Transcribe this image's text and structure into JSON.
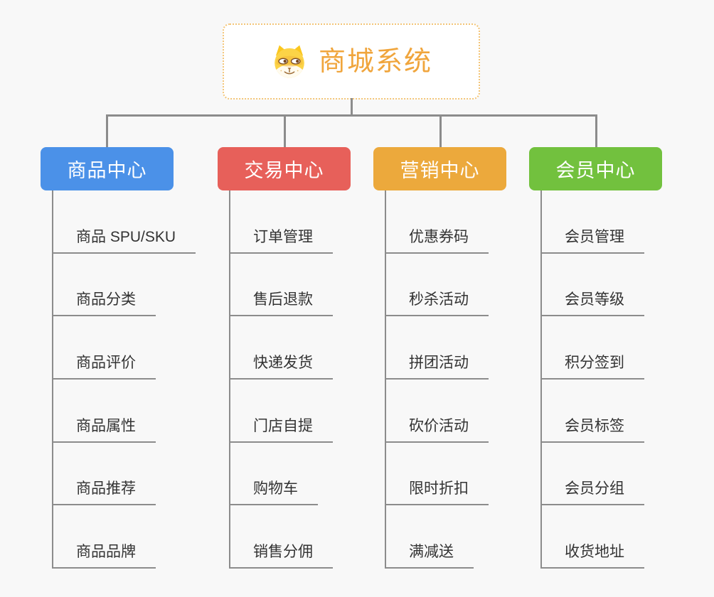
{
  "root": {
    "title": "商城系统",
    "icon": "shiba-dog-icon"
  },
  "colors": {
    "background": "#f8f8f8",
    "connector_line": "#8c8c8c",
    "root_accent": "#f0a53c",
    "root_border": "#f3c578",
    "branch_product": "#4b91e8",
    "branch_trade": "#e7605a",
    "branch_marketing": "#eca93c",
    "branch_member": "#72c13e",
    "item_text": "#333333"
  },
  "branches": [
    {
      "label": "商品中心",
      "color": "#4b91e8",
      "items": [
        "商品 SPU/SKU",
        "商品分类",
        "商品评价",
        "商品属性",
        "商品推荐",
        "商品品牌"
      ]
    },
    {
      "label": "交易中心",
      "color": "#e7605a",
      "items": [
        "订单管理",
        "售后退款",
        "快递发货",
        "门店自提",
        "购物车",
        "销售分佣"
      ]
    },
    {
      "label": "营销中心",
      "color": "#eca93c",
      "items": [
        "优惠券码",
        "秒杀活动",
        "拼团活动",
        "砍价活动",
        "限时折扣",
        "满减送"
      ]
    },
    {
      "label": "会员中心",
      "color": "#72c13e",
      "items": [
        "会员管理",
        "会员等级",
        "积分签到",
        "会员标签",
        "会员分组",
        "收货地址"
      ]
    }
  ]
}
